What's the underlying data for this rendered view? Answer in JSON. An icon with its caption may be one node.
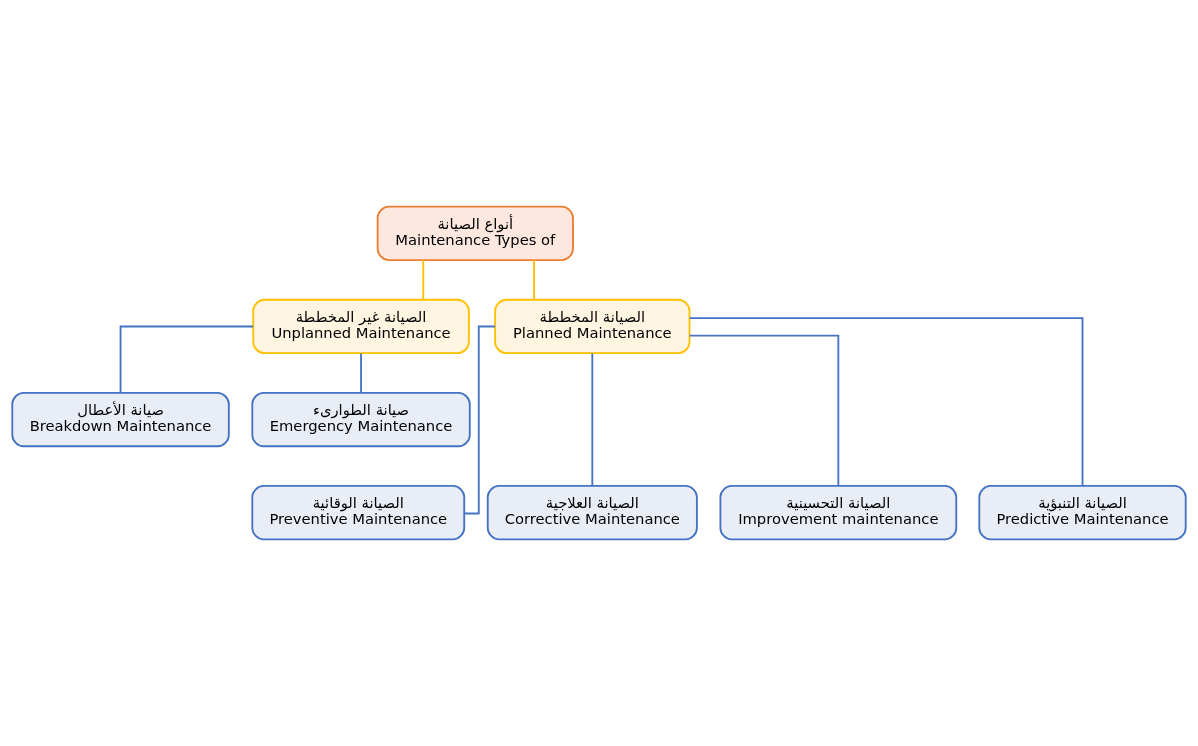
{
  "diagram": {
    "nodes": [
      {
        "text": [
          "أنواع الصيانة",
          "Maintenance Types of"
        ]
      },
      {
        "text": [
          "الصيانة غير المخططة",
          "Unplanned Maintenance"
        ]
      },
      {
        "text": [
          "الصيانة المخططة",
          "Planned Maintenance"
        ]
      },
      {
        "text": [
          "صيانة الأعطال",
          "Breakdown Maintenance"
        ]
      },
      {
        "text": [
          "صيانة الطوارىء",
          "Emergency Maintenance"
        ]
      },
      {
        "text": [
          "الصيانة الوقائية",
          "Preventive Maintenance"
        ]
      },
      {
        "text": [
          "الصيانة العلاجية",
          "Corrective Maintenance"
        ]
      },
      {
        "text": [
          "الصيانة التحسينية",
          "Improvement maintenance"
        ]
      },
      {
        "text": [
          "الصيانة التنبؤية",
          "Predictive Maintenance"
        ]
      }
    ],
    "edges": [
      {
        "from": 0,
        "to": 1,
        "arrow": "none",
        "color": "#ffc000"
      },
      {
        "from": 0,
        "to": 2,
        "arrow": "none",
        "color": "#ffc000"
      },
      {
        "from": 1,
        "to": 3,
        "arrow": "none"
      },
      {
        "from": 1,
        "to": 4,
        "arrow": "none"
      },
      {
        "from": 2,
        "to": 5,
        "arrow": "none"
      },
      {
        "from": 2,
        "to": 6,
        "arrow": "none"
      },
      {
        "from": 2,
        "to": 7,
        "arrow": "none"
      },
      {
        "from": 2,
        "to": 8,
        "arrow": "none"
      }
    ]
  }
}
